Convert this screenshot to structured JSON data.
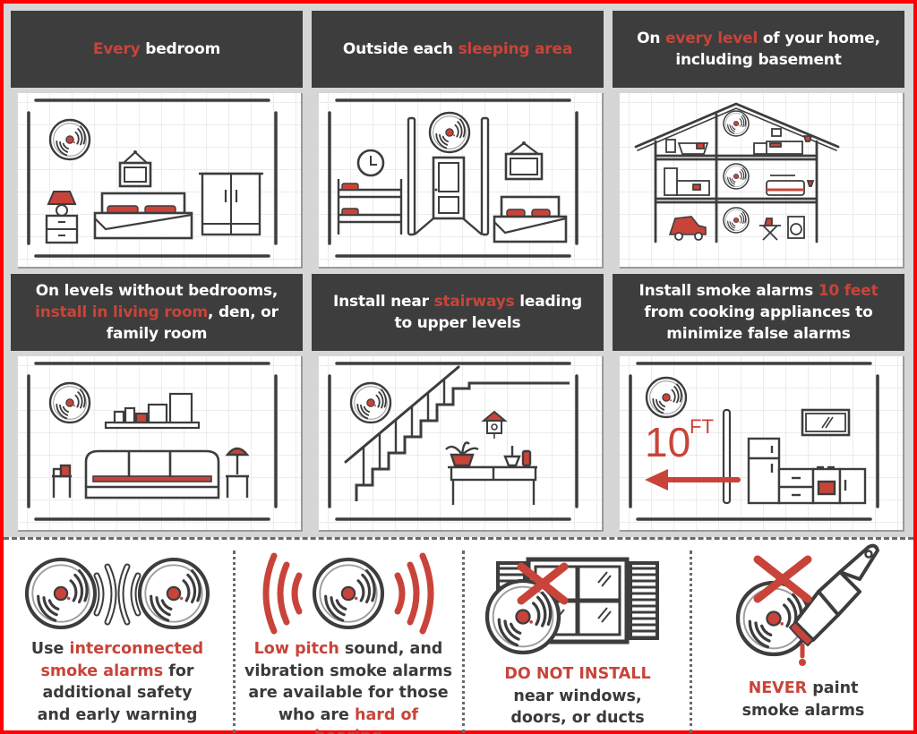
{
  "colors": {
    "accent": "#c8443a",
    "dark": "#3d3d3d",
    "frame": "#ff0000",
    "panel": "#d6d6d6"
  },
  "cards": [
    {
      "id": "every-bedroom",
      "title_parts": [
        {
          "text": "Every",
          "accent": true
        },
        {
          "text": " bedroom",
          "accent": false
        }
      ],
      "scene": "bedroom"
    },
    {
      "id": "outside-sleeping-area",
      "title_parts": [
        {
          "text": "Outside each ",
          "accent": false
        },
        {
          "text": "sleeping area",
          "accent": true
        }
      ],
      "scene": "hallway"
    },
    {
      "id": "every-level",
      "title_parts": [
        {
          "text": "On ",
          "accent": false
        },
        {
          "text": "every level",
          "accent": true
        },
        {
          "text": " of your home, including basement",
          "accent": false
        }
      ],
      "scene": "house"
    },
    {
      "id": "levels-without-bedrooms",
      "title_parts": [
        {
          "text": "On levels without bedrooms, ",
          "accent": false
        },
        {
          "text": "install in living room",
          "accent": true
        },
        {
          "text": ", den, or family room",
          "accent": false
        }
      ],
      "scene": "living-room"
    },
    {
      "id": "near-stairways",
      "title_parts": [
        {
          "text": "Install near ",
          "accent": false
        },
        {
          "text": "stairways",
          "accent": true
        },
        {
          "text": " leading to upper levels",
          "accent": false
        }
      ],
      "scene": "stairs"
    },
    {
      "id": "ten-feet",
      "title_parts": [
        {
          "text": "Install smoke alarms ",
          "accent": false
        },
        {
          "text": "10 feet",
          "accent": true
        },
        {
          "text": " from cooking appliances to minimize false alarms",
          "accent": false
        }
      ],
      "scene": "kitchen",
      "distance_label": "10",
      "distance_unit": "FT"
    }
  ],
  "tips": [
    {
      "id": "interconnected",
      "icon": "interconnected-alarms-icon",
      "text_parts": [
        {
          "text": "Use ",
          "accent": false
        },
        {
          "text": "interconnected smoke alarms",
          "accent": true
        },
        {
          "text": " for additional safety and early warning",
          "accent": false
        }
      ]
    },
    {
      "id": "hard-of-hearing",
      "icon": "loud-alarm-icon",
      "text_parts": [
        {
          "text": "Low pitch",
          "accent": true
        },
        {
          "text": " sound,  and vibration smoke alarms are available for those who are ",
          "accent": false
        },
        {
          "text": "hard of hearing",
          "accent": true
        }
      ]
    },
    {
      "id": "do-not-install",
      "icon": "no-window-icon",
      "text_parts": [
        {
          "text": "DO NOT INSTALL",
          "accent": true
        },
        {
          "text": " near windows, doors, or ducts",
          "accent": false
        }
      ]
    },
    {
      "id": "never-paint",
      "icon": "no-paint-icon",
      "text_parts": [
        {
          "text": "NEVER",
          "accent": true
        },
        {
          "text": " paint smoke alarms",
          "accent": false
        }
      ]
    }
  ]
}
